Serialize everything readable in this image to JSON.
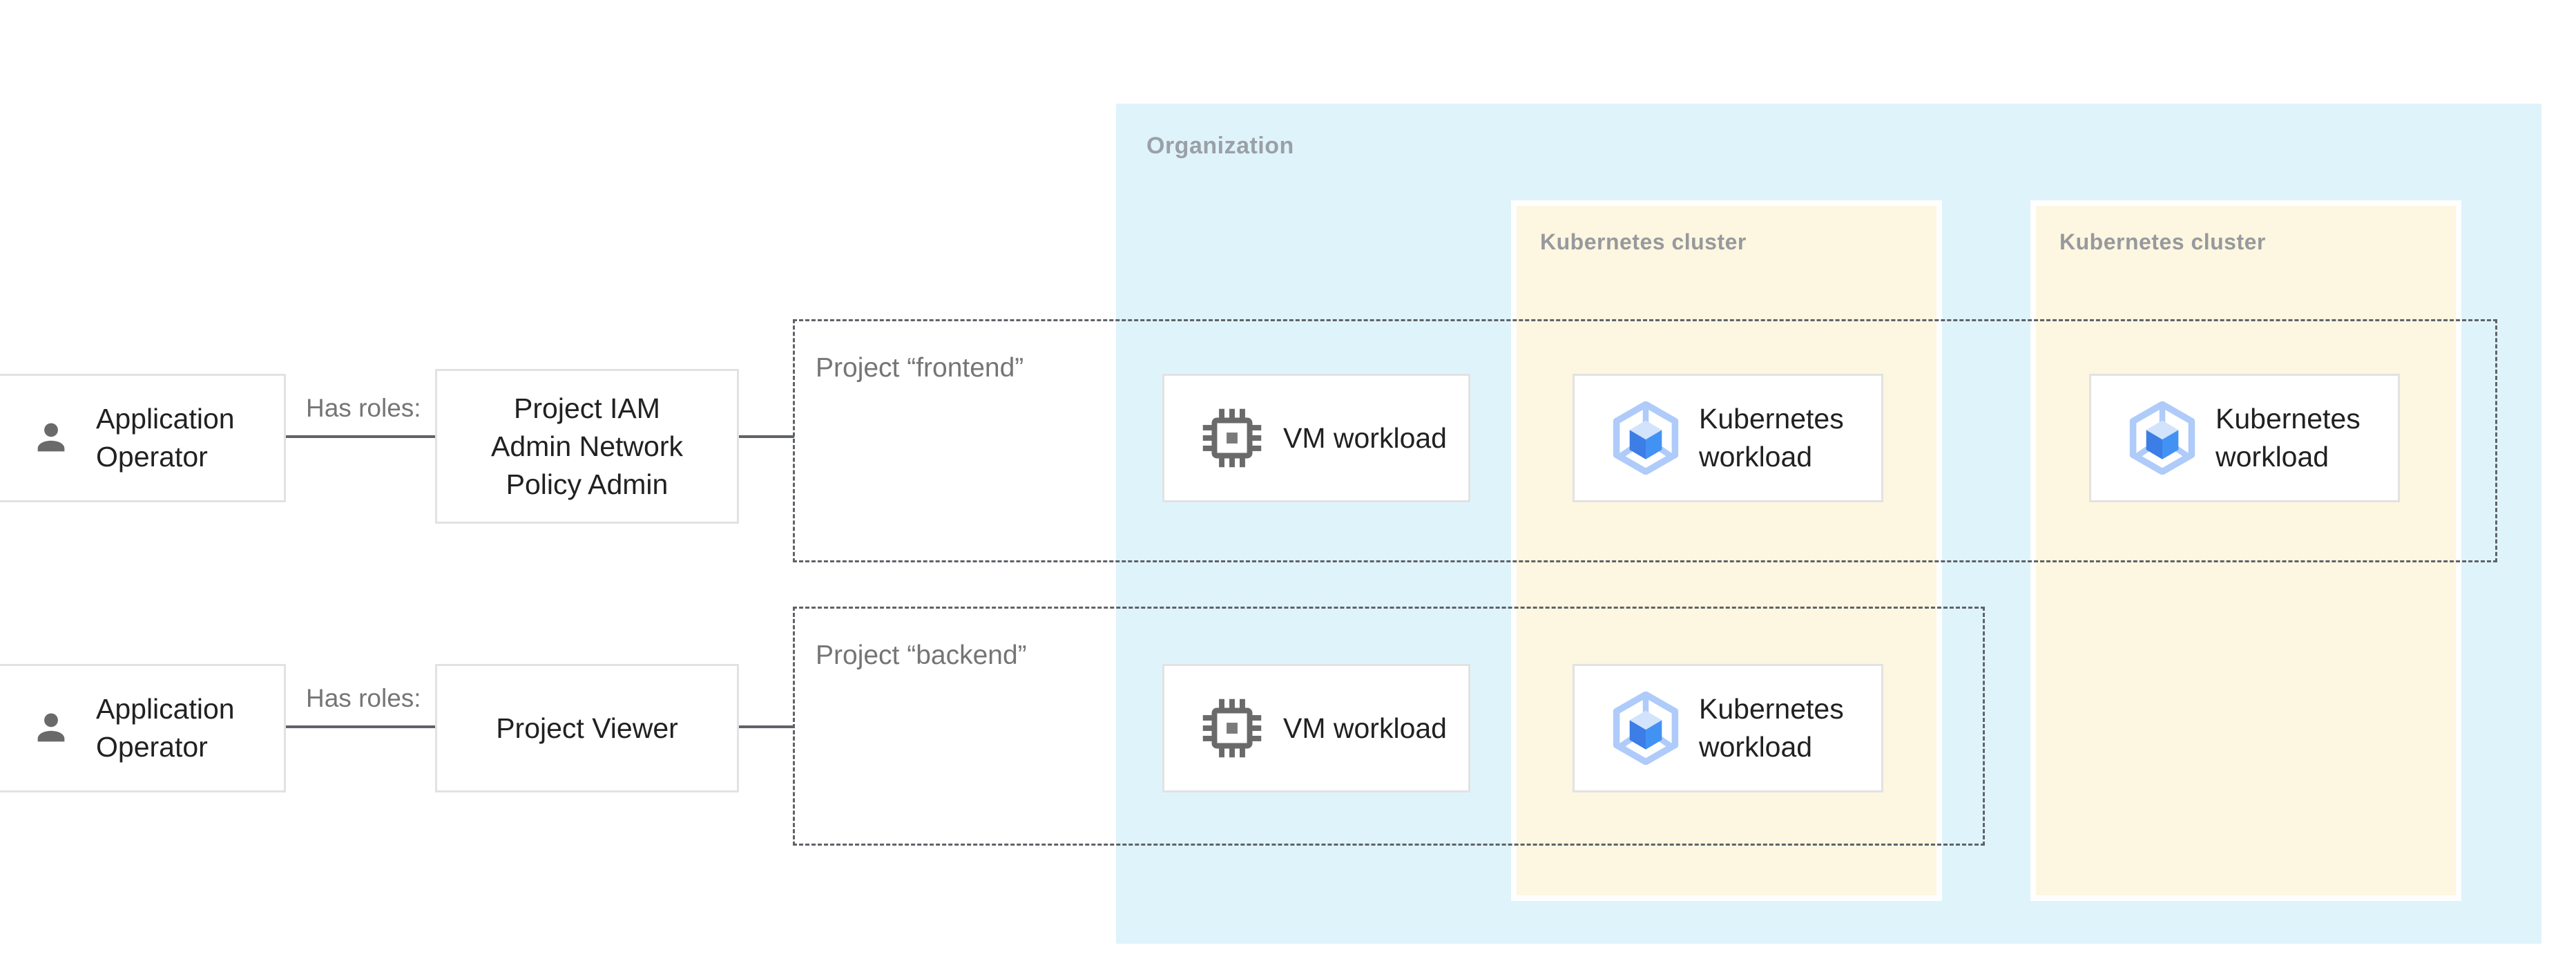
{
  "organization": {
    "label": "Organization"
  },
  "clusters": [
    {
      "label": "Kubernetes cluster"
    },
    {
      "label": "Kubernetes cluster"
    }
  ],
  "projects": [
    {
      "label": "Project “frontend”"
    },
    {
      "label": "Project “backend”"
    }
  ],
  "actors": [
    {
      "line1": "Application",
      "line2": "Operator",
      "relation": "Has roles:"
    },
    {
      "line1": "Application",
      "line2": "Operator",
      "relation": "Has roles:"
    }
  ],
  "roles": [
    {
      "line1": "Project IAM",
      "line2": "Admin Network",
      "line3": "Policy Admin"
    },
    {
      "line1": "Project Viewer"
    }
  ],
  "workloads": {
    "vm": {
      "label": "VM workload"
    },
    "kubernetes": {
      "line1": "Kubernetes",
      "line2": "workload"
    }
  },
  "icons": {
    "actor": "person-icon",
    "vm": "chip-icon",
    "kubernetes": "gke-cube-hexagon-icon"
  },
  "colors": {
    "organization_bg": "#DFF3FB",
    "cluster_bg": "#FDF6E0",
    "container_label_gray": "#9AA0A6",
    "text_gray": "#757575",
    "text_dark": "#212121",
    "connector": "#5F6368",
    "box_border": "#E2E2E2",
    "icon_gray": "#6A6A6A",
    "gke_hexagon": "#AECBFA",
    "gke_top_face": "#D2E3FC",
    "gke_left_face": "#3C7DE6",
    "gke_right_face": "#4292F4"
  }
}
